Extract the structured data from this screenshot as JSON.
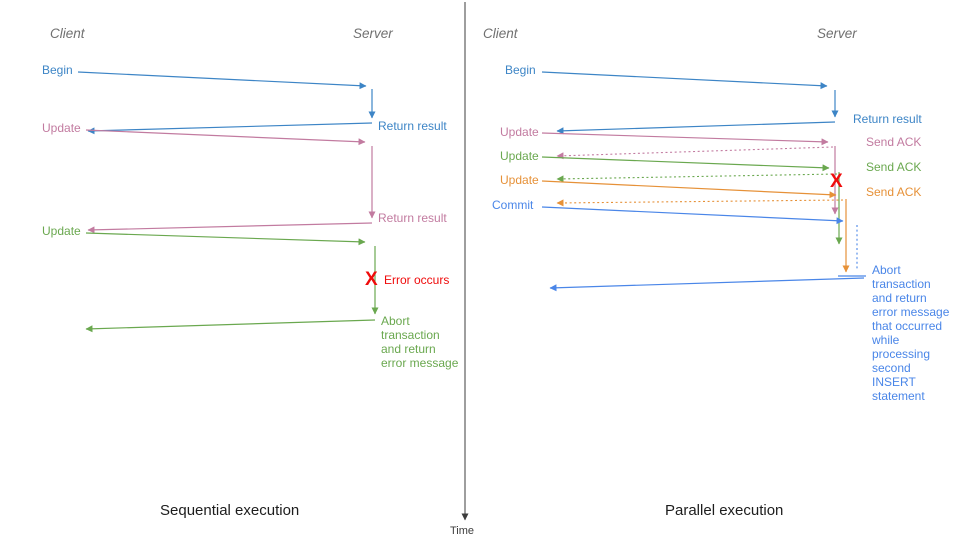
{
  "colors": {
    "blue": "#3d85c6",
    "commit-blue": "#4a86e8",
    "pink": "#c27ba0",
    "green": "#6aa84f",
    "orange": "#e69138",
    "red": "#ef0b0b",
    "header": "#707070",
    "caption": "#1d1d1d",
    "axis": "#3c3c3c"
  },
  "time_axis": {
    "label": "Time"
  },
  "left_panel": {
    "caption": "Sequential execution",
    "client_header": "Client",
    "server_header": "Server",
    "messages": {
      "begin": "Begin",
      "return_result_1": "Return result",
      "update_1": "Update",
      "return_result_2": "Return result",
      "update_2": "Update",
      "error_icon": "X",
      "error_label": "Error occurs",
      "abort_note": "Abort transaction and return error message"
    }
  },
  "right_panel": {
    "caption": "Parallel execution",
    "client_header": "Client",
    "server_header": "Server",
    "messages": {
      "begin": "Begin",
      "return_result": "Return result",
      "update_1": "Update",
      "update_2": "Update",
      "update_3": "Update",
      "commit": "Commit",
      "send_ack_1": "Send ACK",
      "send_ack_2": "Send ACK",
      "send_ack_3": "Send ACK",
      "error_icon": "X",
      "abort_note": "Abort transaction and return error message that occurred while processing second INSERT statement"
    }
  }
}
